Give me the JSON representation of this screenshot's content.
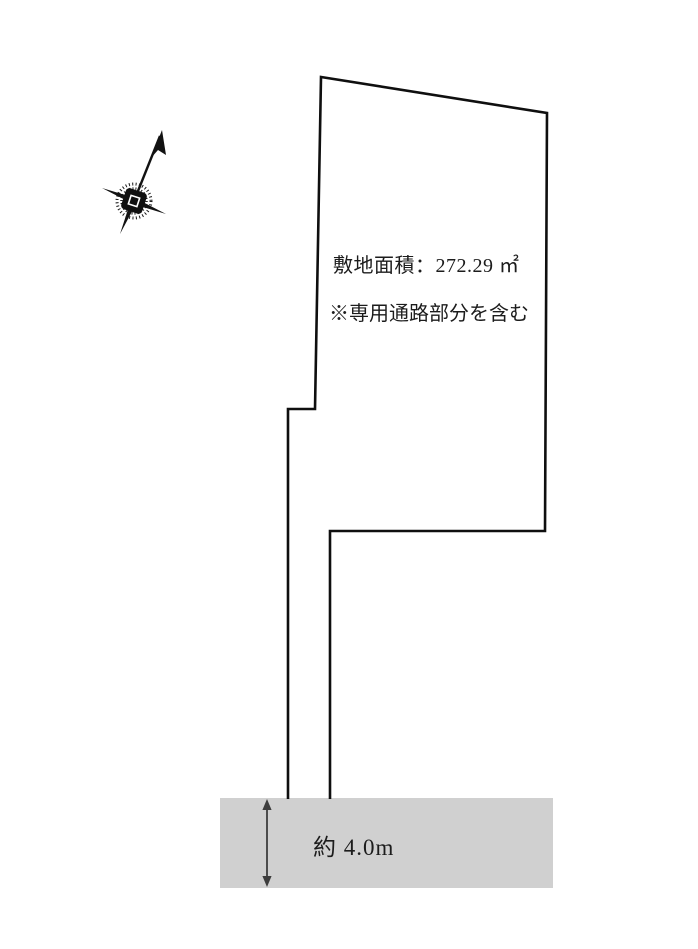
{
  "title": "land-plot-site-diagram",
  "colors": {
    "background": "#ffffff",
    "outline": "#0f0f0f",
    "road_fill": "#d0d0d0",
    "text": "#1c1c1c",
    "dimension": "#3d3d3d"
  },
  "plot": {
    "area_text": "敷地面積：272.29 ㎡",
    "area_value": "272.29",
    "area_unit": "㎡",
    "note_text": "※専用通路部分を含む"
  },
  "road": {
    "width_text": "約 4.0m",
    "width_value": "4.0",
    "width_unit": "m"
  },
  "icons": {
    "north_arrow": "compass-north-arrow"
  }
}
